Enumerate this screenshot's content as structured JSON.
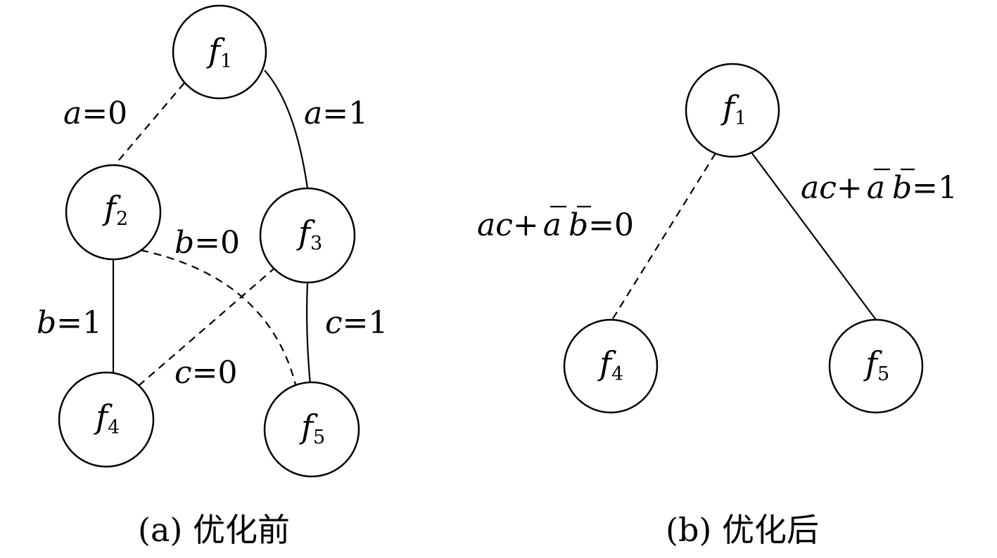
{
  "panel_a": {
    "caption": "(a) 优化前",
    "nodes": {
      "f1": {
        "symbol": "f",
        "index": "1"
      },
      "f2": {
        "symbol": "f",
        "index": "2"
      },
      "f3": {
        "symbol": "f",
        "index": "3"
      },
      "f4": {
        "symbol": "f",
        "index": "4"
      },
      "f5": {
        "symbol": "f",
        "index": "5"
      }
    },
    "edges": {
      "e12": {
        "var": "a",
        "rest": "=0",
        "style": "dashed"
      },
      "e13": {
        "var": "a",
        "rest": "=1",
        "style": "solid"
      },
      "e25": {
        "var": "b",
        "rest": "=0",
        "style": "dashed"
      },
      "e24": {
        "var": "b",
        "rest": "=1",
        "style": "solid"
      },
      "e34": {
        "var": "c",
        "rest": "=0",
        "style": "dashed"
      },
      "e35": {
        "var": "c",
        "rest": "=1",
        "style": "solid"
      }
    }
  },
  "panel_b": {
    "caption": "(b) 优化后",
    "nodes": {
      "f1": {
        "symbol": "f",
        "index": "1"
      },
      "f4": {
        "symbol": "f",
        "index": "4"
      },
      "f5": {
        "symbol": "f",
        "index": "5"
      }
    },
    "edges": {
      "e14": {
        "v1": "ac",
        "plus": "+",
        "v2": "a",
        "v3": "b",
        "rest": "=0",
        "style": "dashed"
      },
      "e15": {
        "v1": "ac",
        "plus": "+",
        "v2": "a",
        "v3": "b",
        "rest": "=1",
        "style": "solid"
      }
    }
  }
}
